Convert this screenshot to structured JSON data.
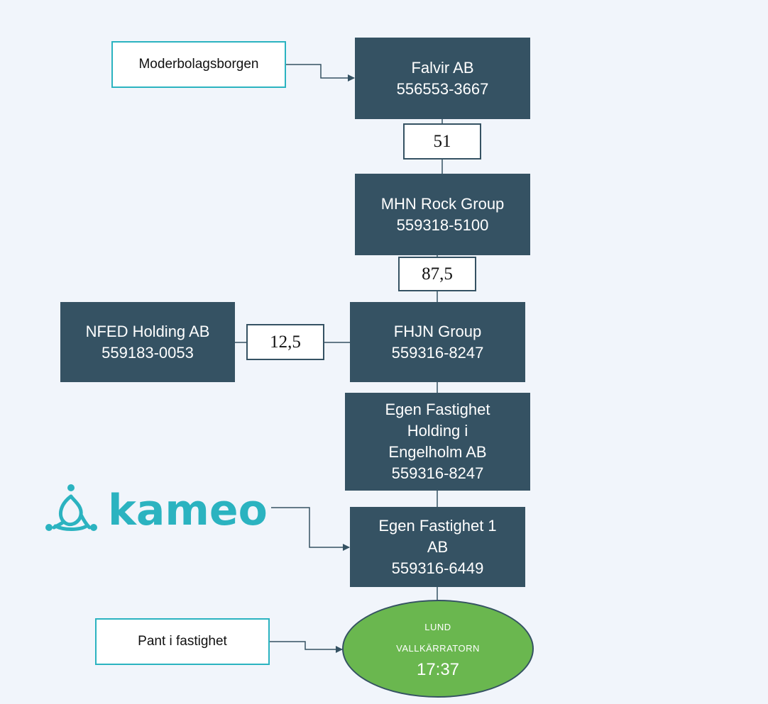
{
  "colors": {
    "node_fill": "#355263",
    "accent_teal": "#2bb3c0",
    "ellipse_fill": "#6ab74f",
    "background": "#f1f5fb"
  },
  "notes": {
    "moderbolag": "Moderbolagsborgen",
    "pant": "Pant i fastighet"
  },
  "nodes": {
    "falvir": {
      "name": "Falvir AB",
      "org": "556553-3667"
    },
    "mhn": {
      "name": "MHN Rock Group",
      "org": "559318-5100"
    },
    "fhjn": {
      "name": "FHJN Group",
      "org": "559316-8247"
    },
    "nfed": {
      "name": "NFED Holding AB",
      "org": "559183-0053"
    },
    "egen_holding": {
      "line1": "Egen Fastighet",
      "line2": "Holding i",
      "line3": "Engelholm AB",
      "org": "559316-8247"
    },
    "egen1": {
      "line1": "Egen Fastighet 1",
      "line2": "AB",
      "org": "559316-6449"
    }
  },
  "ownership": {
    "falvir_mhn": "51",
    "mhn_fhjn": "87,5",
    "nfed_fhjn": "12,5"
  },
  "property": {
    "line1": "LUND",
    "line2": "VALLKÄRRATORN",
    "line3": "17:37"
  },
  "logo": {
    "text": "kameo",
    "icon": "kameo-logo-icon",
    "color": "#2bb3c0"
  }
}
